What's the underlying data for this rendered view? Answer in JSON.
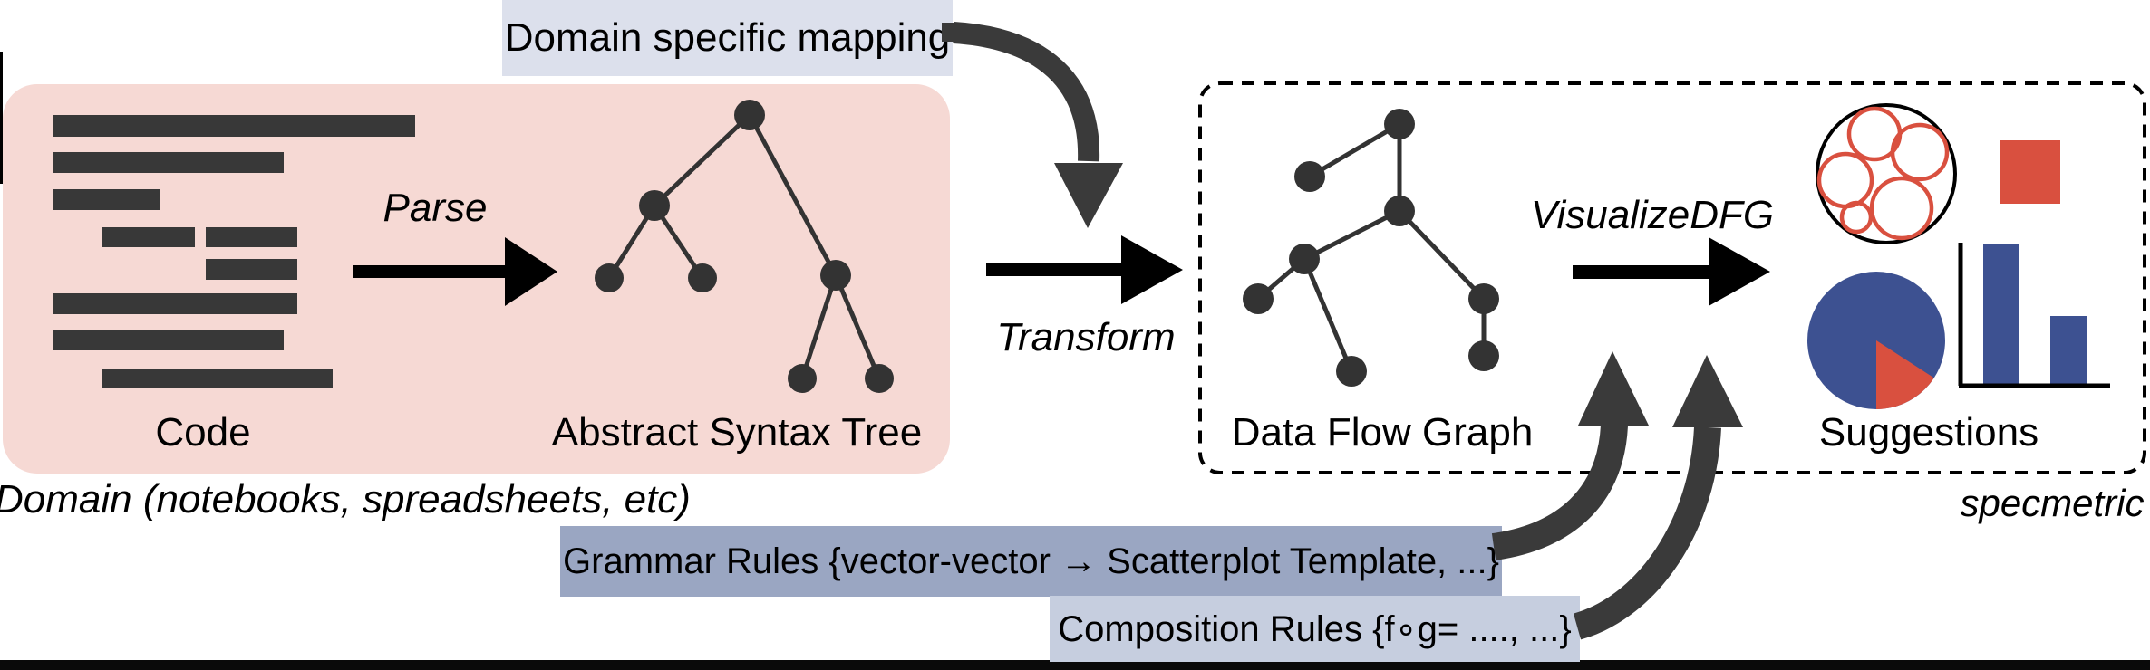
{
  "figure": {
    "stages": {
      "code_label": "Code",
      "ast_label": "Abstract Syntax Tree",
      "dfg_label": "Data Flow Graph",
      "suggestions_label": "Suggestions"
    },
    "arrows": {
      "parse_label": "Parse",
      "transform_label": "Transform",
      "visualize_label": "VisualizeDFG"
    },
    "annotations": {
      "domain_mapping": "Domain specific mapping",
      "domain_caption": "Domain (notebooks, spreadsheets, etc)",
      "grammar_rules": "Grammar Rules {vector-vector → Scatterplot Template, ...}",
      "composition_rules": "Composition Rules {f∘g= ...., ...}",
      "brand": "specmetric"
    },
    "colors": {
      "domain_panel_pink": "#f6d9d4",
      "node_dark_gray": "#383838",
      "arrow_black": "#000000",
      "mapping_box_lavender": "#dce0ec",
      "grammar_box_slate": "#9aa6c2",
      "composition_box_light_slate": "#c6cedf",
      "chart_blue": "#3d5191",
      "chart_red": "#d9503f"
    }
  }
}
